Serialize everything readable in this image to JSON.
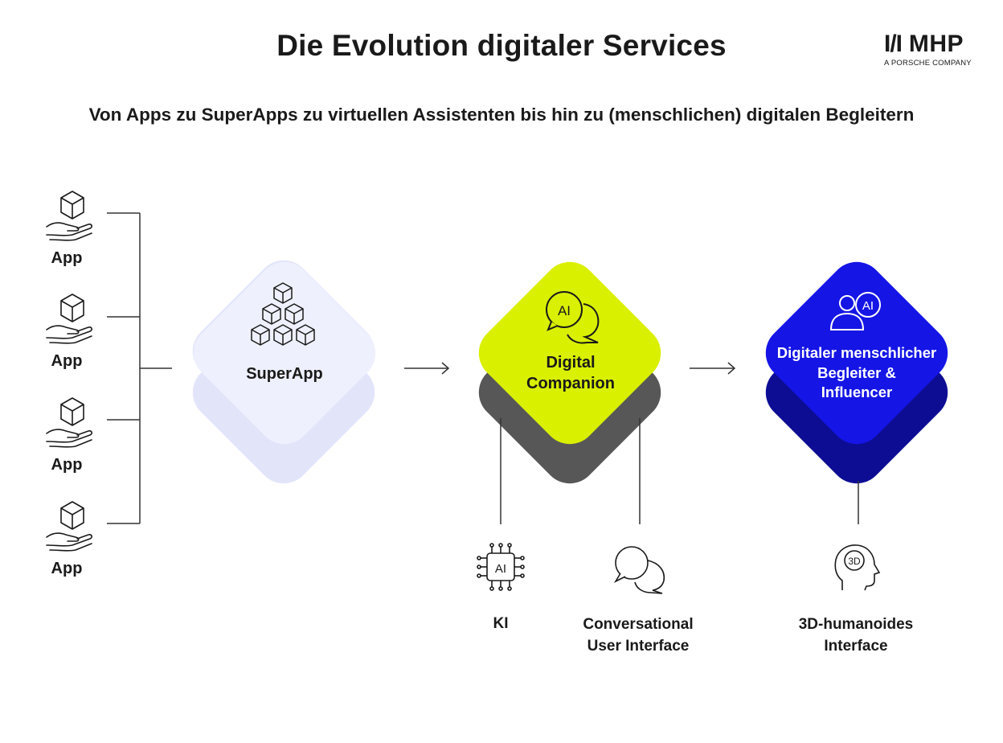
{
  "title": "Die Evolution digitaler Services",
  "subtitle": "Von Apps zu SuperApps zu virtuellen Assistenten bis hin zu (menschlichen) digitalen Begleitern",
  "logo": {
    "mark": "MHP",
    "tagline": "A PORSCHE COMPANY"
  },
  "apps": [
    {
      "label": "App",
      "icon": "cube-in-hand-icon"
    },
    {
      "label": "App",
      "icon": "cube-in-hand-icon"
    },
    {
      "label": "App",
      "icon": "cube-in-hand-icon"
    },
    {
      "label": "App",
      "icon": "cube-in-hand-icon"
    }
  ],
  "stages": {
    "superapp": {
      "label": "SuperApp",
      "icon": "cube-pyramid-icon",
      "color": "#eef0fd",
      "shadow": "#e2e5fa"
    },
    "companion": {
      "line1": "Digital",
      "line2": "Companion",
      "icon": "ai-chat-bubbles-icon",
      "color": "#d9f000",
      "shadow": "#575757"
    },
    "human": {
      "line1": "Digitaler menschlicher",
      "line2": "Begleiter &",
      "line3": "Influencer",
      "icon": "person-ai-icon",
      "color": "#1515e6",
      "shadow": "#0d0d94",
      "text_color": "#ffffff"
    }
  },
  "features": {
    "ki": {
      "label": "KI",
      "icon": "ai-chip-icon"
    },
    "cui": {
      "line1": "Conversational",
      "line2": "User Interface",
      "icon": "chat-bubbles-icon"
    },
    "humanoid": {
      "line1": "3D-humanoides",
      "line2": "Interface",
      "icon": "3d-head-icon"
    }
  }
}
